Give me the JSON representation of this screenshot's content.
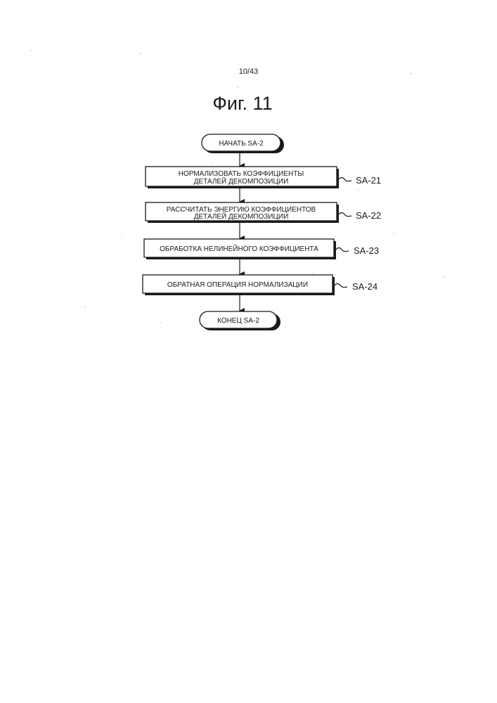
{
  "page_number": "10/43",
  "figure_title": "Фиг. 11",
  "flowchart": {
    "start": "НАЧАТЬ SA-2",
    "steps": [
      {
        "id": "SA-21",
        "lines": [
          "НОРМАЛИЗОВАТЬ КОЭФФИЦИЕНТЫ",
          "ДЕТАЛЕЙ ДЕКОМПОЗИЦИИ"
        ]
      },
      {
        "id": "SA-22",
        "lines": [
          "РАССЧИТАТЬ ЭНЕРГИЮ КОЭФФИЦИЕНТОВ",
          "ДЕТАЛЕЙ ДЕКОМПОЗИЦИИ"
        ]
      },
      {
        "id": "SA-23",
        "lines": [
          "ОБРАБОТКА НЕЛИНЕЙНОГО КОЭФФИЦИЕНТА"
        ]
      },
      {
        "id": "SA-24",
        "lines": [
          "ОБРАТНАЯ ОПЕРАЦИЯ НОРМАЛИЗАЦИИ"
        ]
      }
    ],
    "end": "КОНЕЦ SA-2"
  }
}
